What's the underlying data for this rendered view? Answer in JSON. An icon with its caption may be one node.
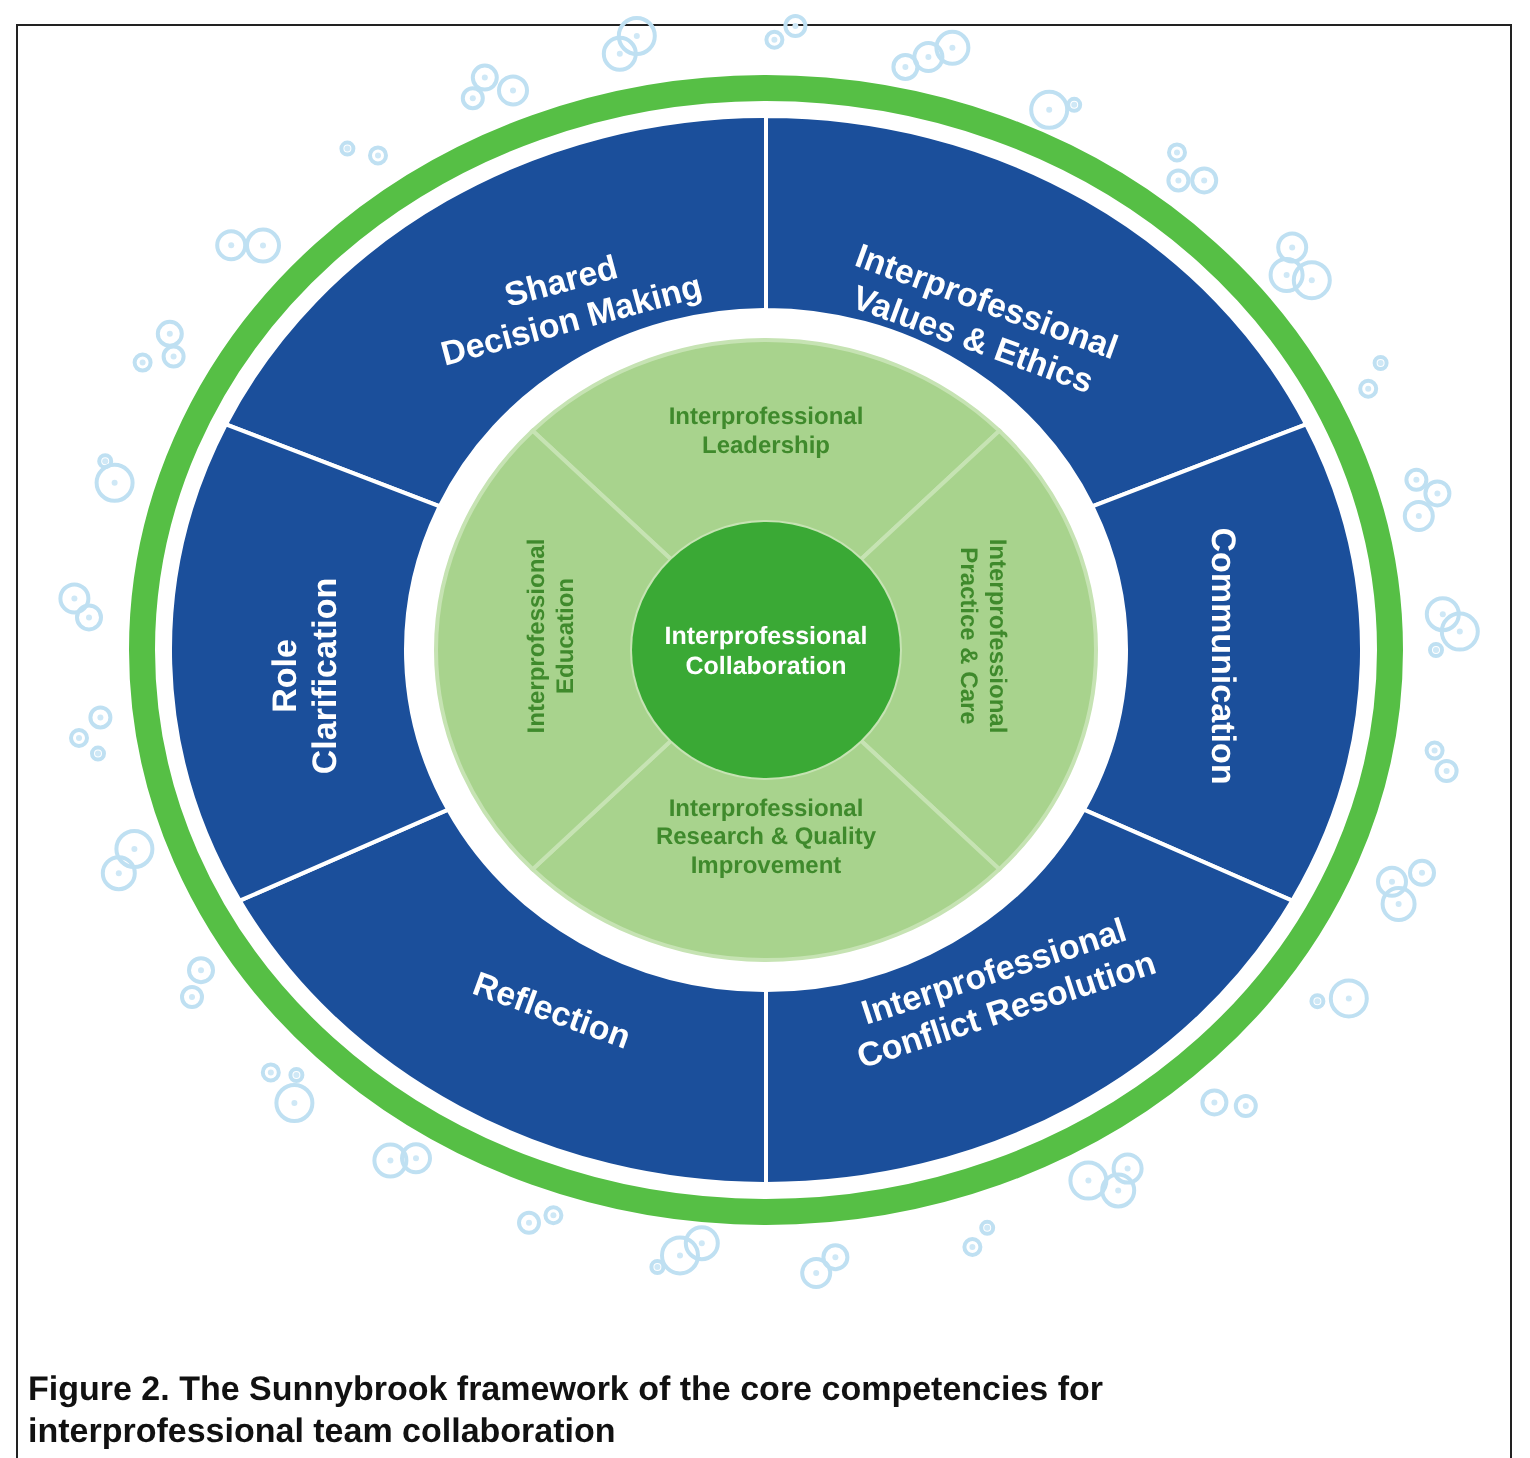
{
  "diagram": {
    "caption": "Figure 2. The Sunnybrook framework of the core competencies for interprofessional team collaboration",
    "nodes": [
      {
        "text": [
          "Shared Decision Making"
        ]
      },
      {
        "text": [
          "Interprofessional Values & Ethics"
        ]
      },
      {
        "text": [
          "Communication"
        ]
      },
      {
        "text": [
          "Interprofessional Conflict Resolution"
        ]
      },
      {
        "text": [
          "Reflection"
        ]
      },
      {
        "text": [
          "Role Clarification"
        ]
      },
      {
        "text": [
          "Interprofessional Leadership"
        ]
      },
      {
        "text": [
          "Interprofessional Practice & Care"
        ]
      },
      {
        "text": [
          "Interprofessional Research & Quality Improvement"
        ]
      },
      {
        "text": [
          "Interprofessional Education"
        ]
      },
      {
        "text": [
          "Interprofessional Collaboration"
        ]
      }
    ]
  }
}
